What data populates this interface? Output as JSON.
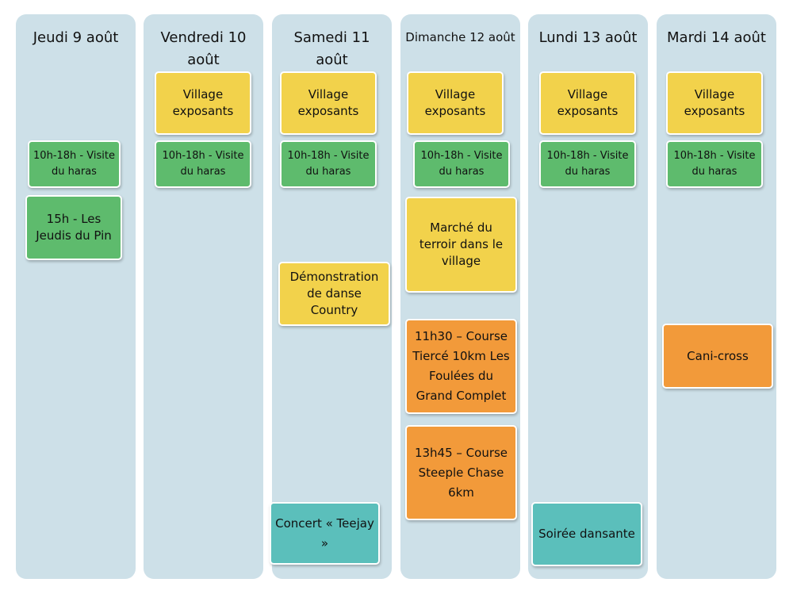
{
  "days": [
    {
      "title": "Jeudi 9 août"
    },
    {
      "title": "Vendredi 10 août"
    },
    {
      "title": "Samedi 11 août"
    },
    {
      "title": "Dimanche 12 août"
    },
    {
      "title": "Lundi 13 août"
    },
    {
      "title": "Mardi 14 août"
    }
  ],
  "events": {
    "village": "Village exposants",
    "visite": "10h-18h - Visite du haras",
    "jeudis_du_pin": "15h - Les Jeudis du Pin",
    "demonstration": "Démonstration de danse Country",
    "concert": "Concert « Teejay »",
    "marche": "Marché du terroir dans le village",
    "course_tierce": "11h30 – Course Tiercé 10km Les Foulées du Grand Complet",
    "course_steeple": "13h45 – Course Steeple Chase 6km",
    "soiree": "Soirée dansante",
    "canicross": "Cani-cross"
  },
  "colors": {
    "column": "#cde0e8",
    "yellow": "#f2d24b",
    "green": "#5ebb6d",
    "orange": "#f29a3a",
    "teal": "#5bbfbb"
  }
}
